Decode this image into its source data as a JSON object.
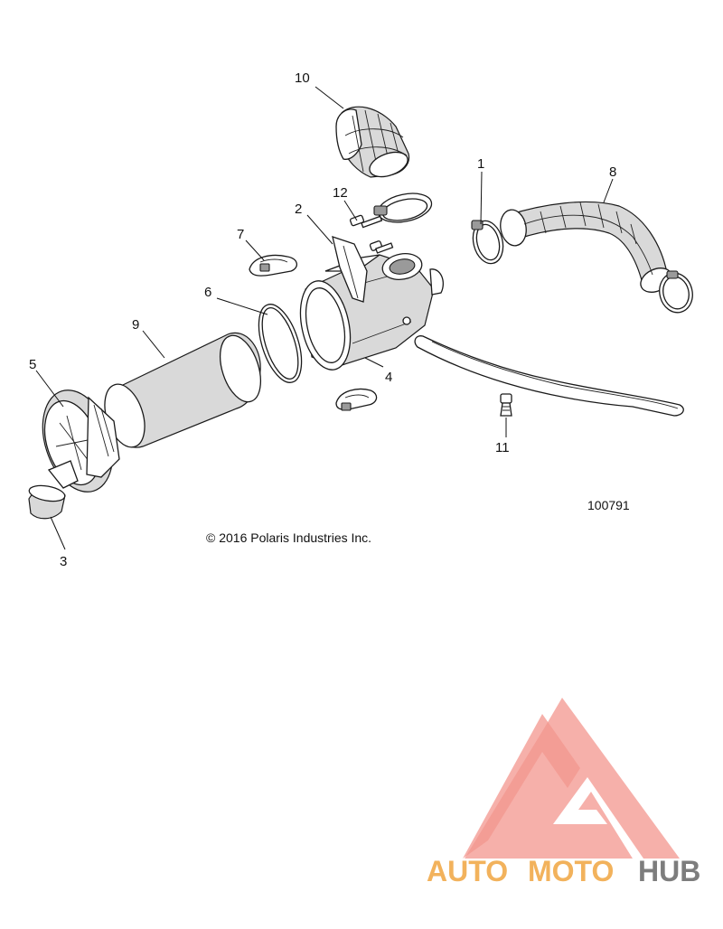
{
  "callouts": [
    {
      "id": "1",
      "label": "1"
    },
    {
      "id": "2",
      "label": "2"
    },
    {
      "id": "3",
      "label": "3"
    },
    {
      "id": "4",
      "label": "4"
    },
    {
      "id": "5",
      "label": "5"
    },
    {
      "id": "6",
      "label": "6"
    },
    {
      "id": "7",
      "label": "7"
    },
    {
      "id": "8",
      "label": "8"
    },
    {
      "id": "9",
      "label": "9"
    },
    {
      "id": "10",
      "label": "10"
    },
    {
      "id": "11",
      "label": "11"
    },
    {
      "id": "12",
      "label": "12"
    }
  ],
  "figure_number": "100791",
  "copyright": "© 2016 Polaris Industries Inc.",
  "watermark": {
    "word_auto": "AUTO",
    "word_moto": "MOTO",
    "word_hub": "HUB",
    "colors": {
      "triangle": "#f28b82",
      "auto": "#f2b25c",
      "moto": "#f2b25c",
      "hub": "#7d7d7d"
    }
  }
}
